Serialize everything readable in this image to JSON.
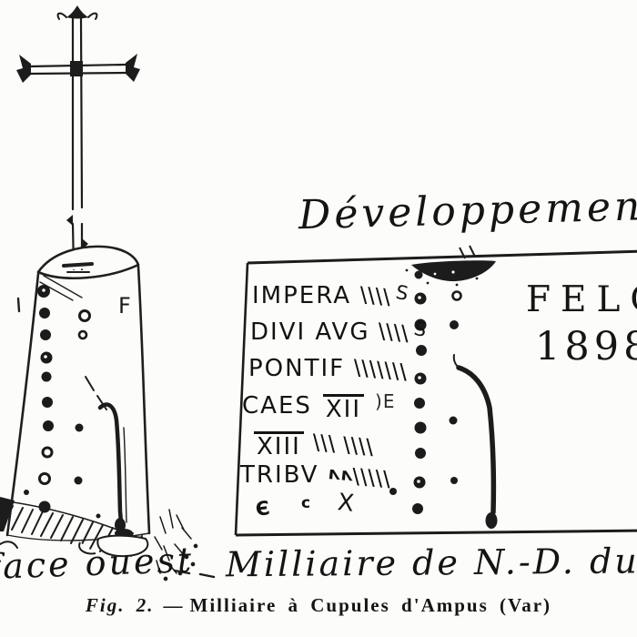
{
  "colors": {
    "ink": "#1c1c1c",
    "paper": "#fcfcfa"
  },
  "left_figure": {
    "caption": "face ouest",
    "stone_letter": "F"
  },
  "development": {
    "title": "Développement",
    "inscription_lines": [
      {
        "word": "IMPERA",
        "tally": "||||",
        "suffix": "S"
      },
      {
        "word": "DIVI AVG",
        "tally": "||||",
        "suffix": "S"
      },
      {
        "word": "PONTIF",
        "tally": "|||||||"
      },
      {
        "word": "CAES",
        "numeral": "XII",
        "suffix": ")E"
      },
      {
        "numeral": "XIII",
        "tally": "||| ||||"
      },
      {
        "word": "TRIBV",
        "tally": "ʌʌ|||||"
      }
    ],
    "bottom_marks": [
      "Є",
      "c",
      "X"
    ],
    "mason_mark": "FELC",
    "year": "1898",
    "caption": "Milliaire de N.-D. du Plo"
  },
  "figure_caption": {
    "fig_label": "Fig. 2.",
    "separator": "—",
    "text": "Milliaire à Cupules d'Ampus (Var)"
  }
}
